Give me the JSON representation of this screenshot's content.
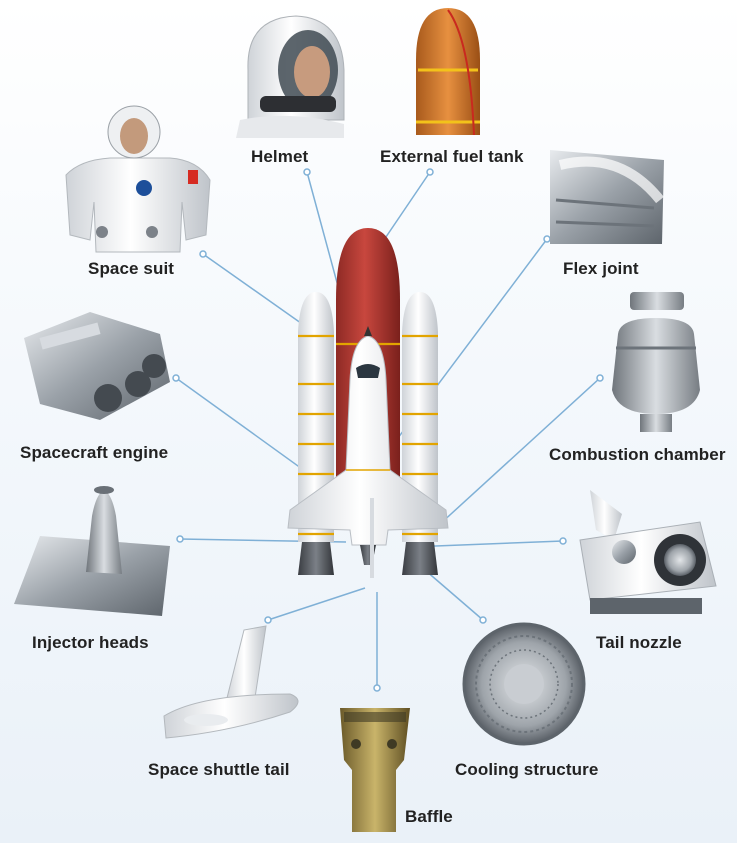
{
  "diagram": {
    "center": "space-shuttle",
    "line_color": "#7fb0d6",
    "labels": {
      "helmet": "Helmet",
      "fuel_tank": "External fuel tank",
      "space_suit": "Space suit",
      "flex_joint": "Flex joint",
      "engine": "Spacecraft engine",
      "combustion": "Combustion chamber",
      "injector": "Injector heads",
      "tail_nozzle": "Tail nozzle",
      "shuttle_tail": "Space shuttle tail",
      "cooling": "Cooling structure",
      "baffle": "Baffle"
    }
  }
}
